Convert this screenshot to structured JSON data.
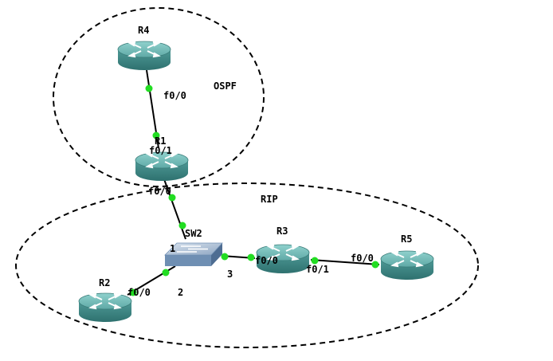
{
  "zones": {
    "ospf_label": "OSPF",
    "rip_label": "RIP"
  },
  "devices": {
    "r4": "R4",
    "r1": "R1",
    "sw2": "SW2",
    "r2": "R2",
    "r3": "R3",
    "r5": "R5"
  },
  "interfaces": {
    "r4_f00": "f0/0",
    "r1_f01": "f0/1",
    "r1_f00": "f0/0",
    "sw2_p1": "1",
    "sw2_p2": "2",
    "sw2_p3": "3",
    "r2_f00": "f0/0",
    "r3_f00": "f0/0",
    "r3_f01": "f0/1",
    "r5_f00": "f0/0"
  },
  "colors": {
    "link_up": "#22dd22",
    "router_body": "#3f8e8c",
    "router_top": "#7cc3c0",
    "switch_body": "#6f8fb3"
  },
  "icons": {
    "router": "router-icon",
    "switch": "switch-icon"
  }
}
